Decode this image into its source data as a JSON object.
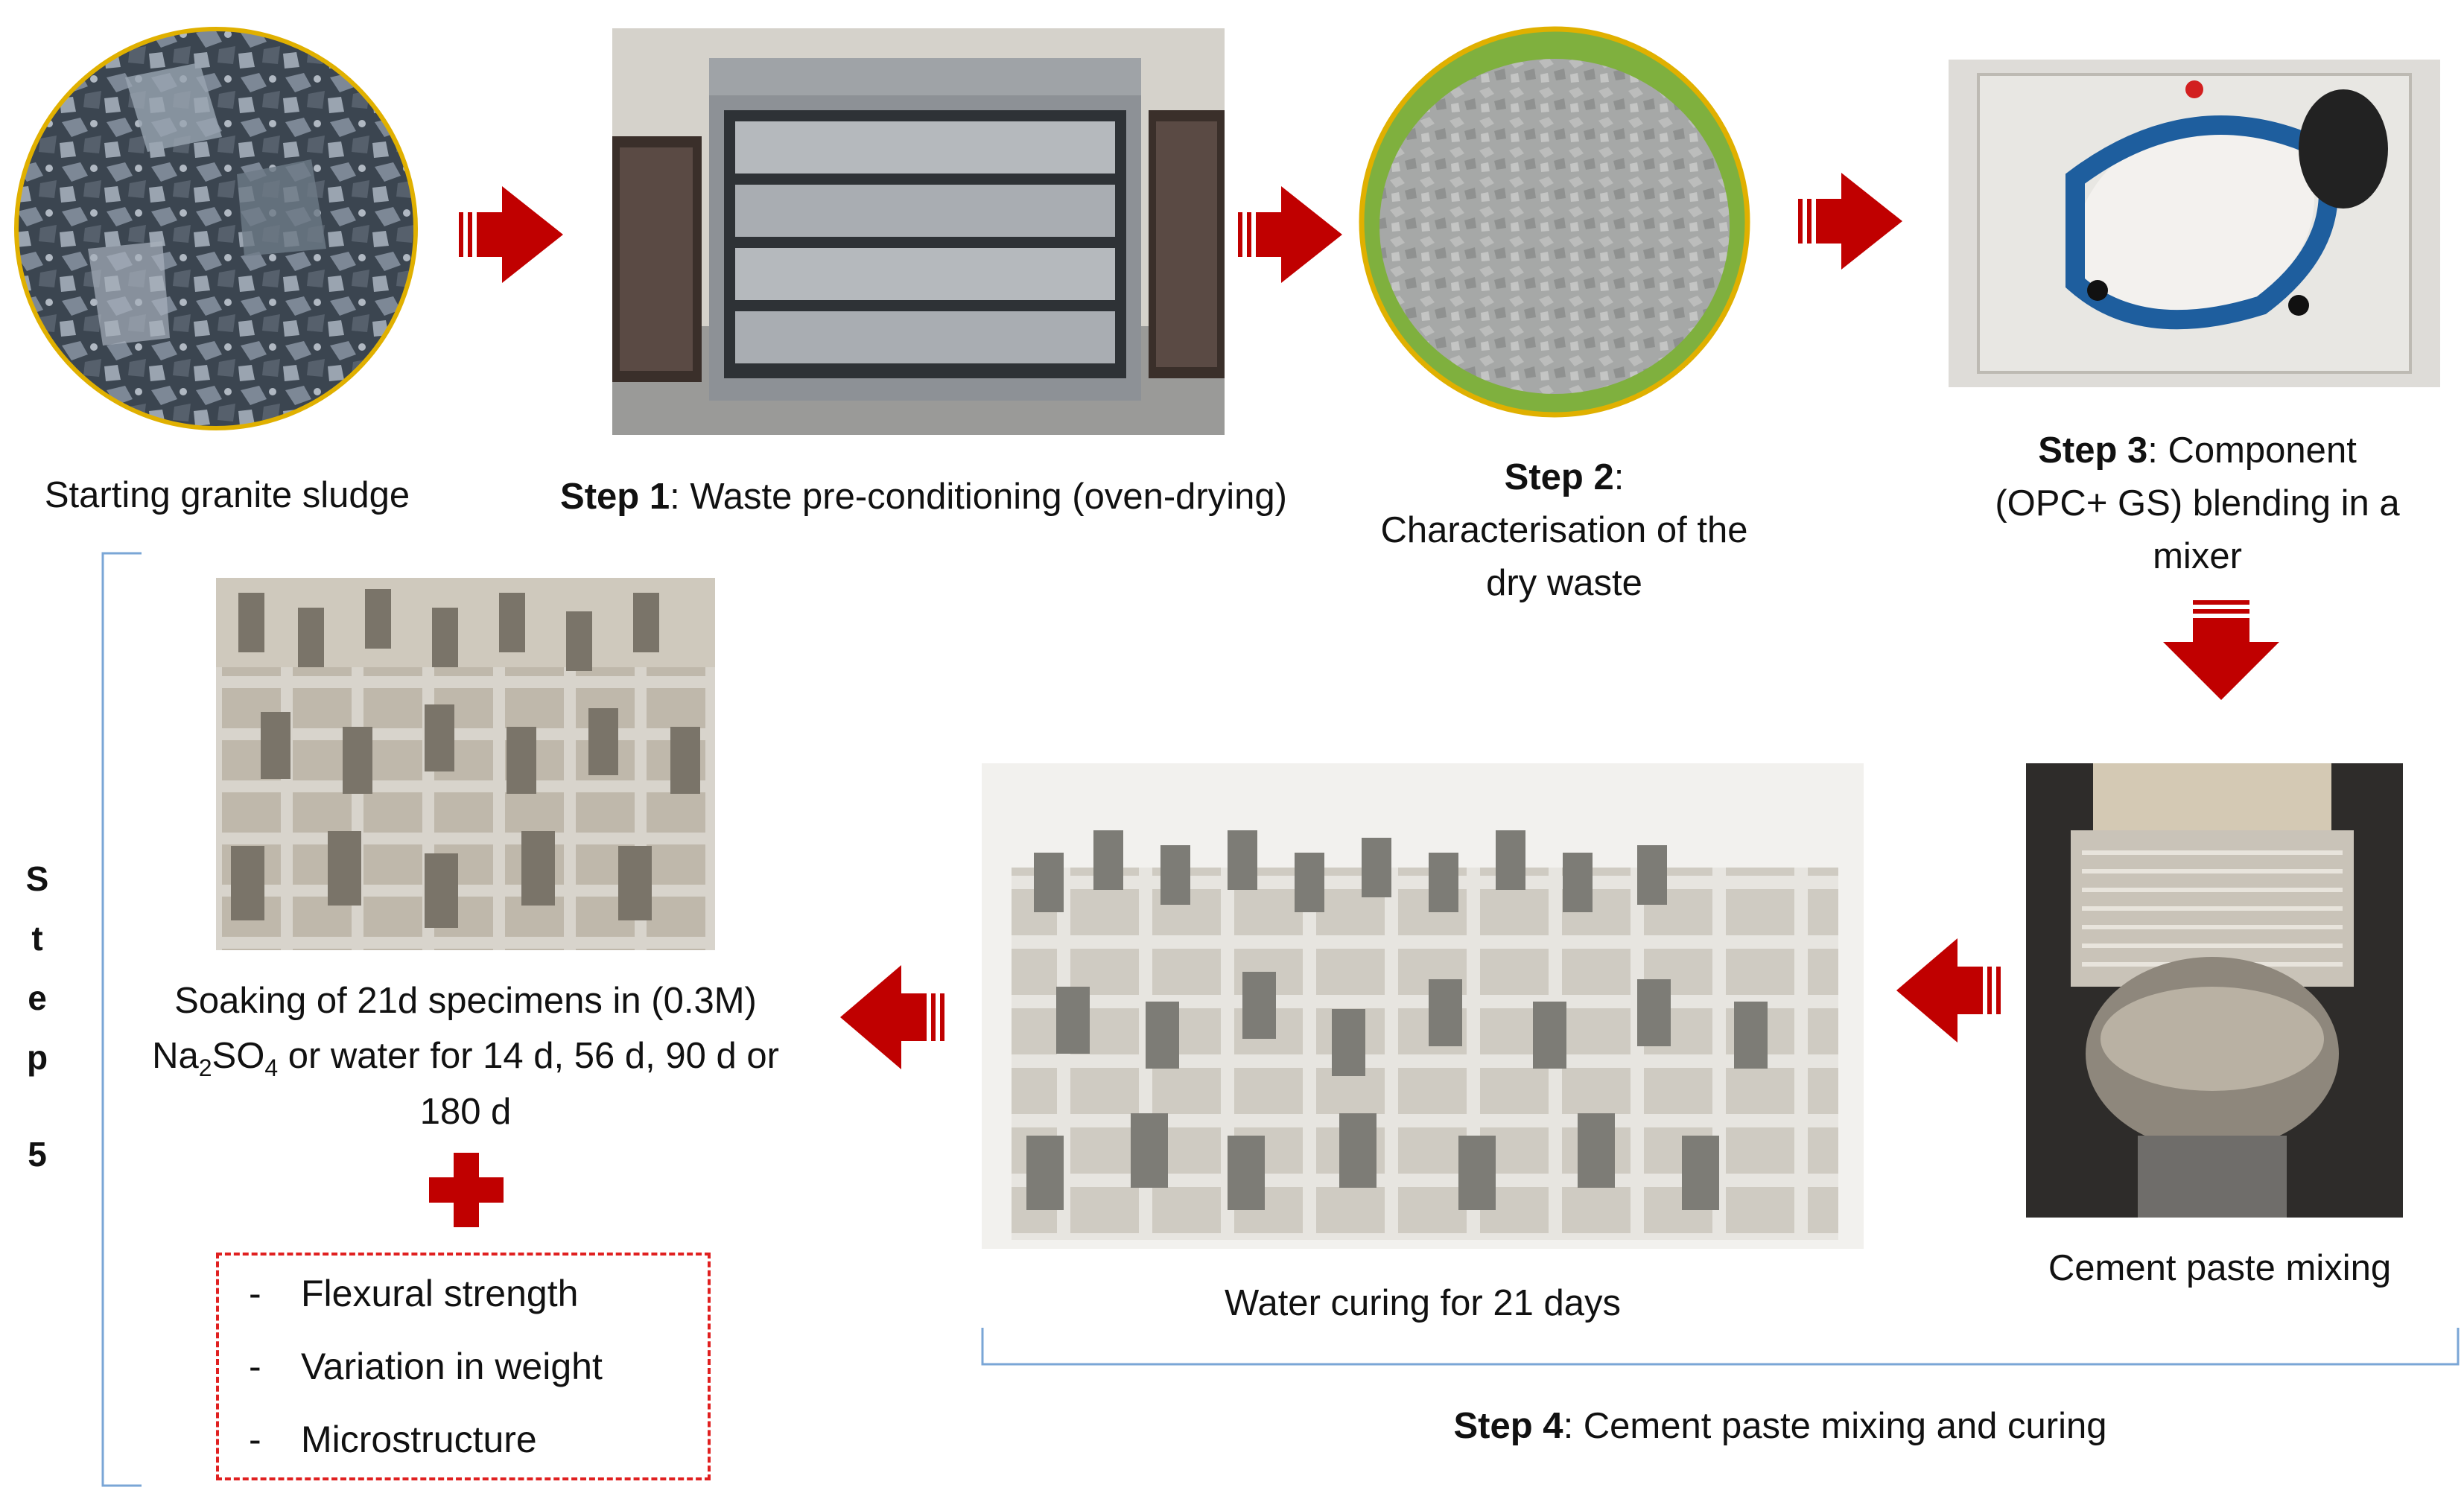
{
  "captions": {
    "start": "Starting granite sludge",
    "step1_label": "Step 1",
    "step1_text": ": Waste pre-conditioning (oven-drying)",
    "step2_label": "Step 2",
    "step2_text": ":",
    "step2_line2": "Characterisation of the",
    "step2_line3": "dry waste",
    "step3_label": "Step 3",
    "step3_text": ": Component",
    "step3_line2": "(OPC+ GS) blending in a",
    "step3_line3": "mixer",
    "mixing": "Cement paste mixing",
    "curing": "Water curing for 21 days",
    "step4_label": "Step 4",
    "step4_text": ": Cement paste mixing and curing",
    "soak_line1": "Soaking of 21d specimens in (0.3M)",
    "soak_na": "Na",
    "soak_sub2": "2",
    "soak_so": "SO",
    "soak_sub4": "4",
    "soak_rest": " or water for 14 d, 56 d, 90 d or",
    "soak_line3": "180 d",
    "step5_letters": [
      "S",
      "t",
      "e",
      "p",
      "5"
    ]
  },
  "tests": [
    {
      "dash": "-",
      "label": "Flexural strength"
    },
    {
      "dash": "-",
      "label": "Variation in weight"
    },
    {
      "dash": "-",
      "label": "Microstructure"
    }
  ],
  "colors": {
    "arrow": "#c00000",
    "dashed_box": "#e02020",
    "bracket": "#7aa6d6",
    "circle_border": "#e0b000"
  },
  "icons": {
    "arrows": "double-stripe-arrow",
    "plus": "red-plus"
  }
}
